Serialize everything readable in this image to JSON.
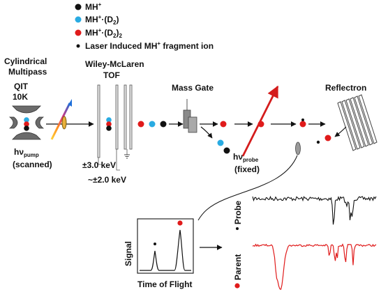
{
  "legend": {
    "items": [
      {
        "base": "MH",
        "sup": "+",
        "tail": "",
        "tail_sub": "",
        "tail_end": "",
        "color": "#111111"
      },
      {
        "base": "MH",
        "sup": "+",
        "tail": "·(D",
        "tail_sub": "2",
        "tail_end": ")",
        "color": "#29abe2"
      },
      {
        "base": "MH",
        "sup": "+",
        "tail": "·(D",
        "tail_sub": "2",
        "tail_end": ")",
        "tail_sub2": "2",
        "color": "#e01b1b"
      },
      {
        "base": "Laser Induced MH",
        "sup": "+",
        "tail": " fragment ion",
        "tail_sub": "",
        "tail_end": "",
        "color": "#111111"
      }
    ]
  },
  "labels": {
    "cylindrical": "Cylindrical",
    "multipass": "Multipass",
    "qit": "QIT",
    "temp": "10K",
    "hv_pump_main": "hν",
    "hv_pump_sub": "pump",
    "scanned": "(scanned)",
    "wiley": "Wiley-McLaren",
    "tof": "TOF",
    "voltage1": "±3.0 keV",
    "voltage2": "~±2.0 keV",
    "mass_gate": "Mass Gate",
    "hv_probe_main": "hν",
    "hv_probe_sub": "probe",
    "fixed": "(fixed)",
    "reflectron": "Reflectron",
    "signal_axis": "Signal",
    "tof_axis": "Time of Flight",
    "probe_label": "Probe",
    "parent_label": "Parent"
  },
  "colors": {
    "black_ion": "#111111",
    "blue_ion": "#29abe2",
    "red_ion": "#e01b1b",
    "probe_trace": "#111111",
    "parent_trace": "#e01b1b",
    "pump_beam_start": "#ffd23a",
    "pump_beam_end": "#1e6fd9",
    "probe_beam": "#d41c1c"
  }
}
